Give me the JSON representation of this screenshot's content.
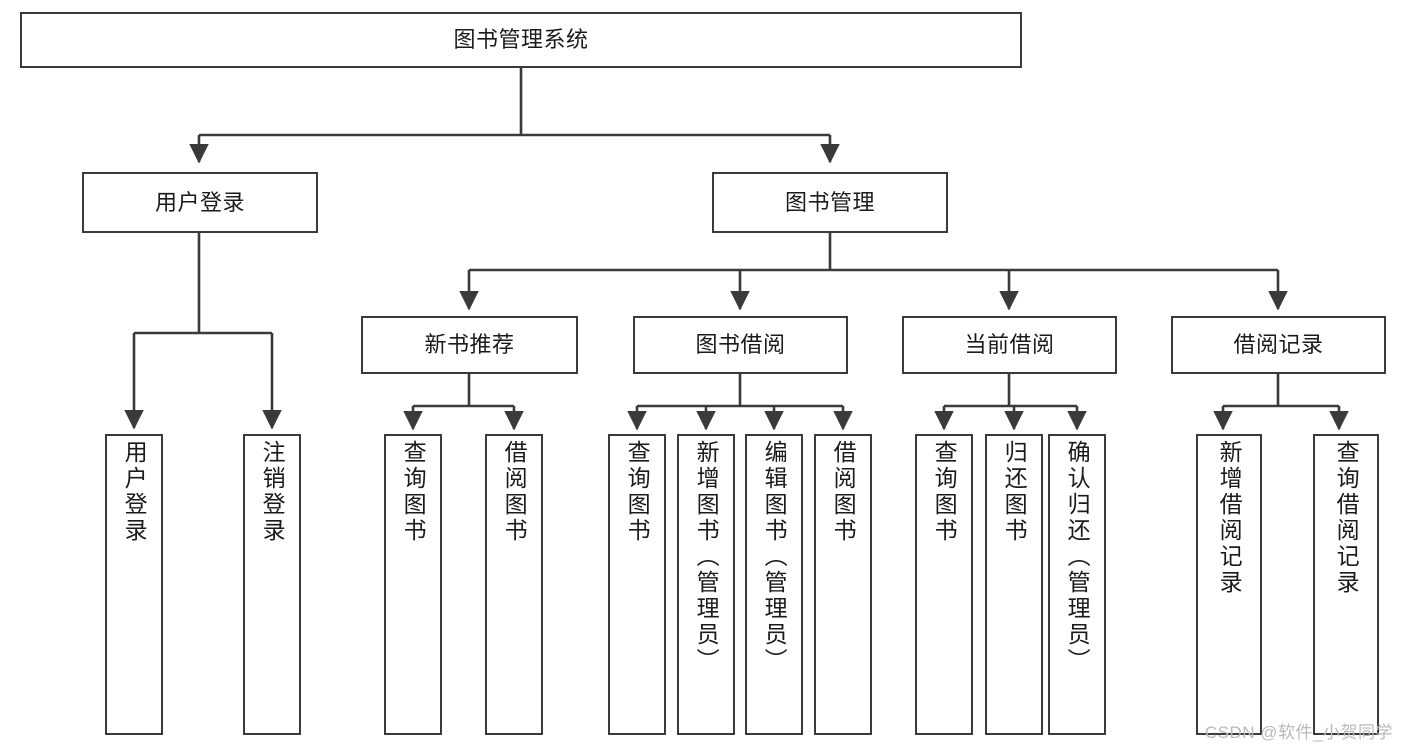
{
  "diagram": {
    "title": "图书管理系统",
    "type": "tree-hierarchy-diagram",
    "watermark": "CSDN @软件_小贺同学",
    "colors": {
      "background": "#ffffff",
      "box_border": "#3a3a3a",
      "box_fill": "#ffffff",
      "text": "#1b1b1b",
      "edge": "#3a3a3a",
      "watermark": "#b9b9b9"
    },
    "nodes": {
      "root": {
        "label": "图书管理系统"
      },
      "level1": [
        {
          "id": "user-login",
          "label": "用户登录"
        },
        {
          "id": "book-manage",
          "label": "图书管理"
        }
      ],
      "level2": [
        {
          "id": "new-book-rec",
          "label": "新书推荐"
        },
        {
          "id": "book-borrow",
          "label": "图书借阅"
        },
        {
          "id": "current-borrow",
          "label": "当前借阅"
        },
        {
          "id": "borrow-record",
          "label": "借阅记录"
        }
      ],
      "leaves": {
        "user_login": [
          {
            "id": "leaf-user-login",
            "label": "用户登录"
          },
          {
            "id": "leaf-logout",
            "label": "注销登录"
          }
        ],
        "new_book_rec": [
          {
            "id": "leaf-query-book-1",
            "label": "查询图书"
          },
          {
            "id": "leaf-borrow-book-1",
            "label": "借阅图书"
          }
        ],
        "book_borrow": [
          {
            "id": "leaf-query-book-2",
            "label": "查询图书"
          },
          {
            "id": "leaf-add-book",
            "label": "新增图书（管理员）"
          },
          {
            "id": "leaf-edit-book",
            "label": "编辑图书（管理员）"
          },
          {
            "id": "leaf-borrow-book-2",
            "label": "借阅图书"
          }
        ],
        "current_borrow": [
          {
            "id": "leaf-query-book-3",
            "label": "查询图书"
          },
          {
            "id": "leaf-return-book",
            "label": "归还图书"
          },
          {
            "id": "leaf-confirm-return",
            "label": "确认归还（管理员）"
          }
        ],
        "borrow_record": [
          {
            "id": "leaf-add-record",
            "label": "新增借阅记录"
          },
          {
            "id": "leaf-query-record",
            "label": "查询借阅记录"
          }
        ]
      }
    }
  }
}
